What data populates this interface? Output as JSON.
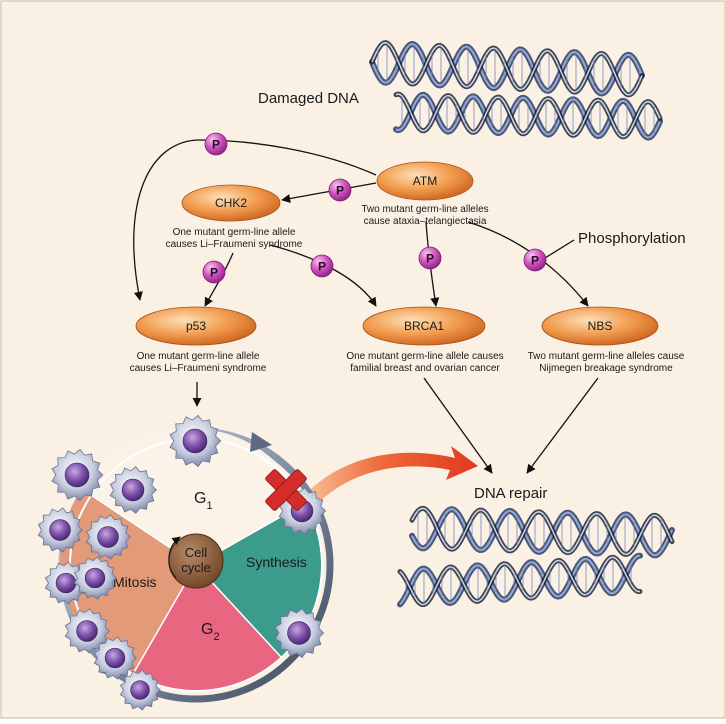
{
  "diagram": {
    "damaged_dna_label": "Damaged DNA",
    "phosphorylation_label": "Phosphorylation",
    "dna_repair_label": "DNA repair",
    "phosphate_symbol": "P",
    "nodes": {
      "atm": {
        "label": "ATM",
        "note": [
          "Two mutant germ-line alleles",
          "cause ataxia–telangiectasia"
        ]
      },
      "chk2": {
        "label": "CHK2",
        "note": [
          "One mutant germ-line allele",
          "causes Li–Fraumeni syndrome"
        ]
      },
      "p53": {
        "label": "p53",
        "note": [
          "One mutant germ-line allele",
          "causes Li–Fraumeni syndrome"
        ]
      },
      "brca1": {
        "label": "BRCA1",
        "note": [
          "One mutant germ-line allele causes",
          "familial breast and ovarian cancer"
        ]
      },
      "nbs": {
        "label": "NBS",
        "note": [
          "Two mutant germ-line alleles cause",
          "Nijmegen breakage syndrome"
        ]
      }
    },
    "cell_cycle": {
      "center": [
        "Cell",
        "cycle"
      ],
      "g1": "G",
      "g1_sub": "1",
      "g2": "G",
      "g2_sub": "2",
      "synthesis": "Synthesis",
      "mitosis": "Mitosis"
    },
    "colors": {
      "background": "#faf1e4",
      "node_fill": "#ef8a3a",
      "node_highlight": "#fbd7a8",
      "phosphate": "#c844b4",
      "g1": "#fbf3e8",
      "synthesis": "#3c9c8c",
      "g2": "#e86680",
      "mitosis": "#e29a78",
      "center": "#8a5a3c",
      "red_cross": "#d42b2b",
      "dna": "#4a64a0"
    }
  }
}
